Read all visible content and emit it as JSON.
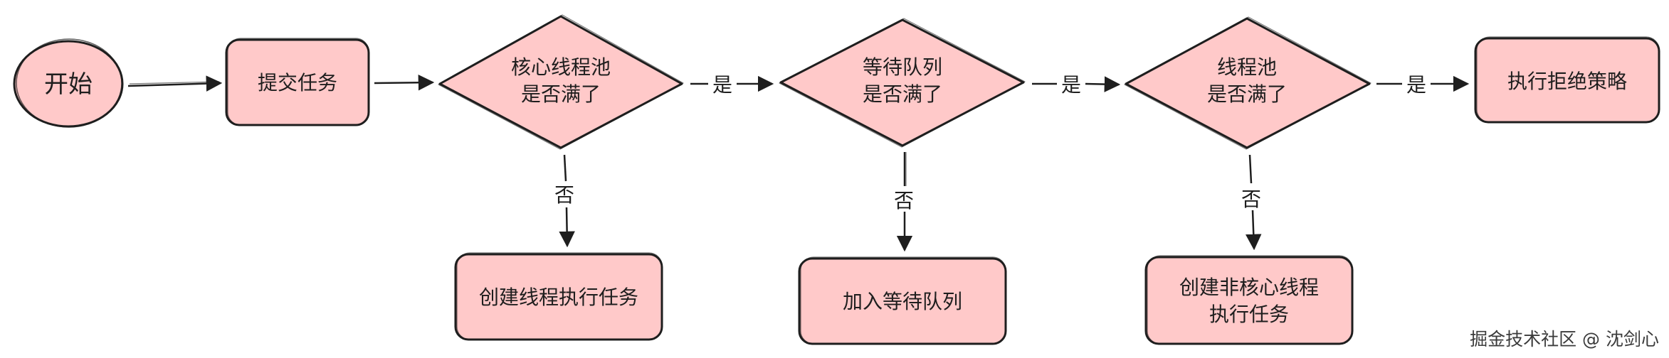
{
  "nodes": {
    "start": {
      "label": "开始"
    },
    "submit": {
      "label": "提交任务"
    },
    "core_full": {
      "label": [
        "核心线程池",
        "是否满了"
      ]
    },
    "queue_full": {
      "label": [
        "等待队列",
        "是否满了"
      ]
    },
    "pool_full": {
      "label": [
        "线程池",
        "是否满了"
      ]
    },
    "reject": {
      "label": "执行拒绝策略"
    },
    "create_core": {
      "label": "创建线程执行任务"
    },
    "enqueue": {
      "label": "加入等待队列"
    },
    "create_noncore": {
      "label": [
        "创建非核心线程",
        "执行任务"
      ]
    }
  },
  "edges": {
    "yes": "是",
    "no": "否"
  },
  "watermark": "掘金技术社区 @ 沈剑心",
  "colors": {
    "fill": "#ffc9c9",
    "stroke": "#1e1e1e"
  }
}
